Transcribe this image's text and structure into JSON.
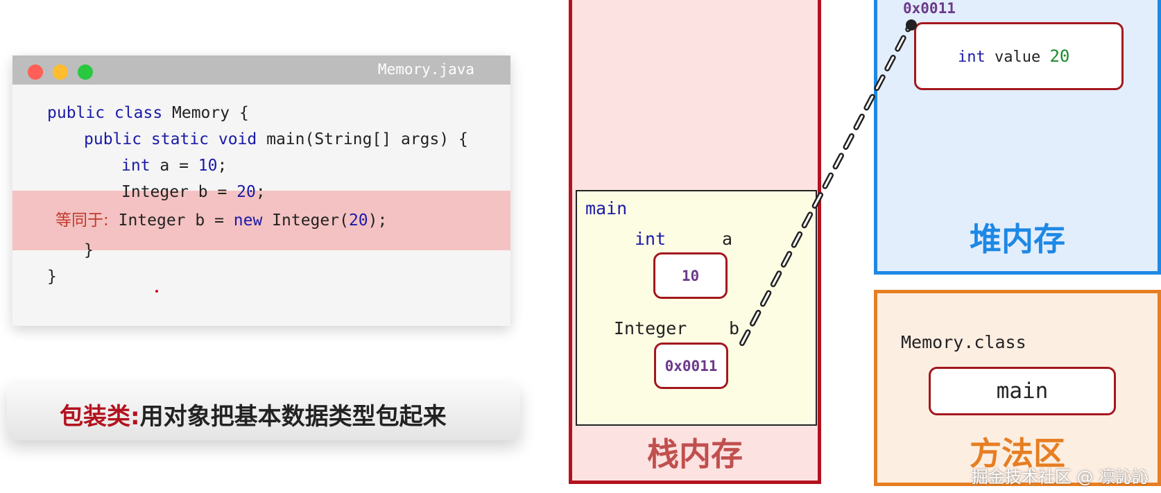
{
  "code_window": {
    "file_name": "Memory.java",
    "lines": {
      "l1_kw": "public class",
      "l1_rest": " Memory {",
      "l2_kw": "public static void",
      "l2_rest": " main(String[] args) {",
      "l3_kw": "int",
      "l3_mid": " a = ",
      "l3_num": "10",
      "l3_end": ";",
      "l4_start": "Integer b = ",
      "l4_num": "20",
      "l4_end": ";",
      "l5_note": "等同于:",
      "l5_start": " Integer b = ",
      "l5_kw": "new",
      "l5_mid": " Integer(",
      "l5_num": "20",
      "l5_end": ");",
      "l6": "}",
      "l7": "}"
    }
  },
  "caption": {
    "key": "包装类:",
    "text": "用对象把基本数据类型包起来"
  },
  "stack": {
    "label": "栈内存",
    "frame_name": "main",
    "var_a_type": "int",
    "var_a_name": "a",
    "var_a_value": "10",
    "var_b_type": "Integer",
    "var_b_name": "b",
    "var_b_value": "0x0011"
  },
  "heap": {
    "label": "堆内存",
    "address": "0x0011",
    "field_type": "int",
    "field_name": "value",
    "field_value": "20"
  },
  "method_area": {
    "label": "方法区",
    "class_name": "Memory.class",
    "method": "main"
  },
  "watermark": "掘金技术社区 @ 凛訫訫",
  "colors": {
    "stack_border": "#b3121e",
    "heap_border": "#1e88e5",
    "method_border": "#e67e22",
    "highlight": "#f4c2c2"
  }
}
